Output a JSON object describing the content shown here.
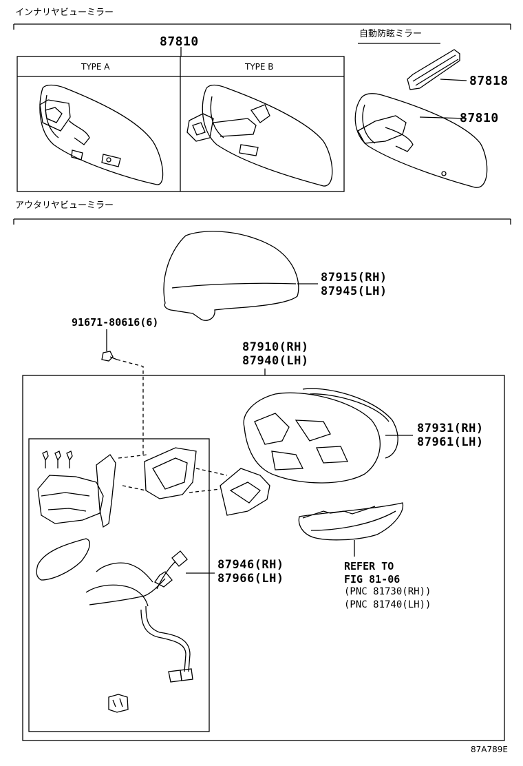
{
  "sections": {
    "inner_title": "インナリヤビューミラー",
    "outer_title": "アウタリヤビューミラー"
  },
  "inner": {
    "main_part": "87810",
    "type_a": "TYPE A",
    "type_b": "TYPE B",
    "auto_dimming_title": "自動防眩ミラー",
    "part_cover": "87818",
    "part_mirror": "87810"
  },
  "outer": {
    "cover_rh": "87915(RH)",
    "cover_lh": "87945(LH)",
    "screw": "91671-80616(6)",
    "assy_rh": "87910(RH)",
    "assy_lh": "87940(LH)",
    "mirror_rh": "87931(RH)",
    "mirror_lh": "87961(LH)",
    "motor_rh": "87946(RH)",
    "motor_lh": "87966(LH)",
    "refer_1": "REFER TO",
    "refer_2": "FIG 81-06",
    "refer_3": "(PNC 81730(RH))",
    "refer_4": "(PNC 81740(LH))"
  },
  "footer": {
    "figure_code": "87A789E"
  }
}
